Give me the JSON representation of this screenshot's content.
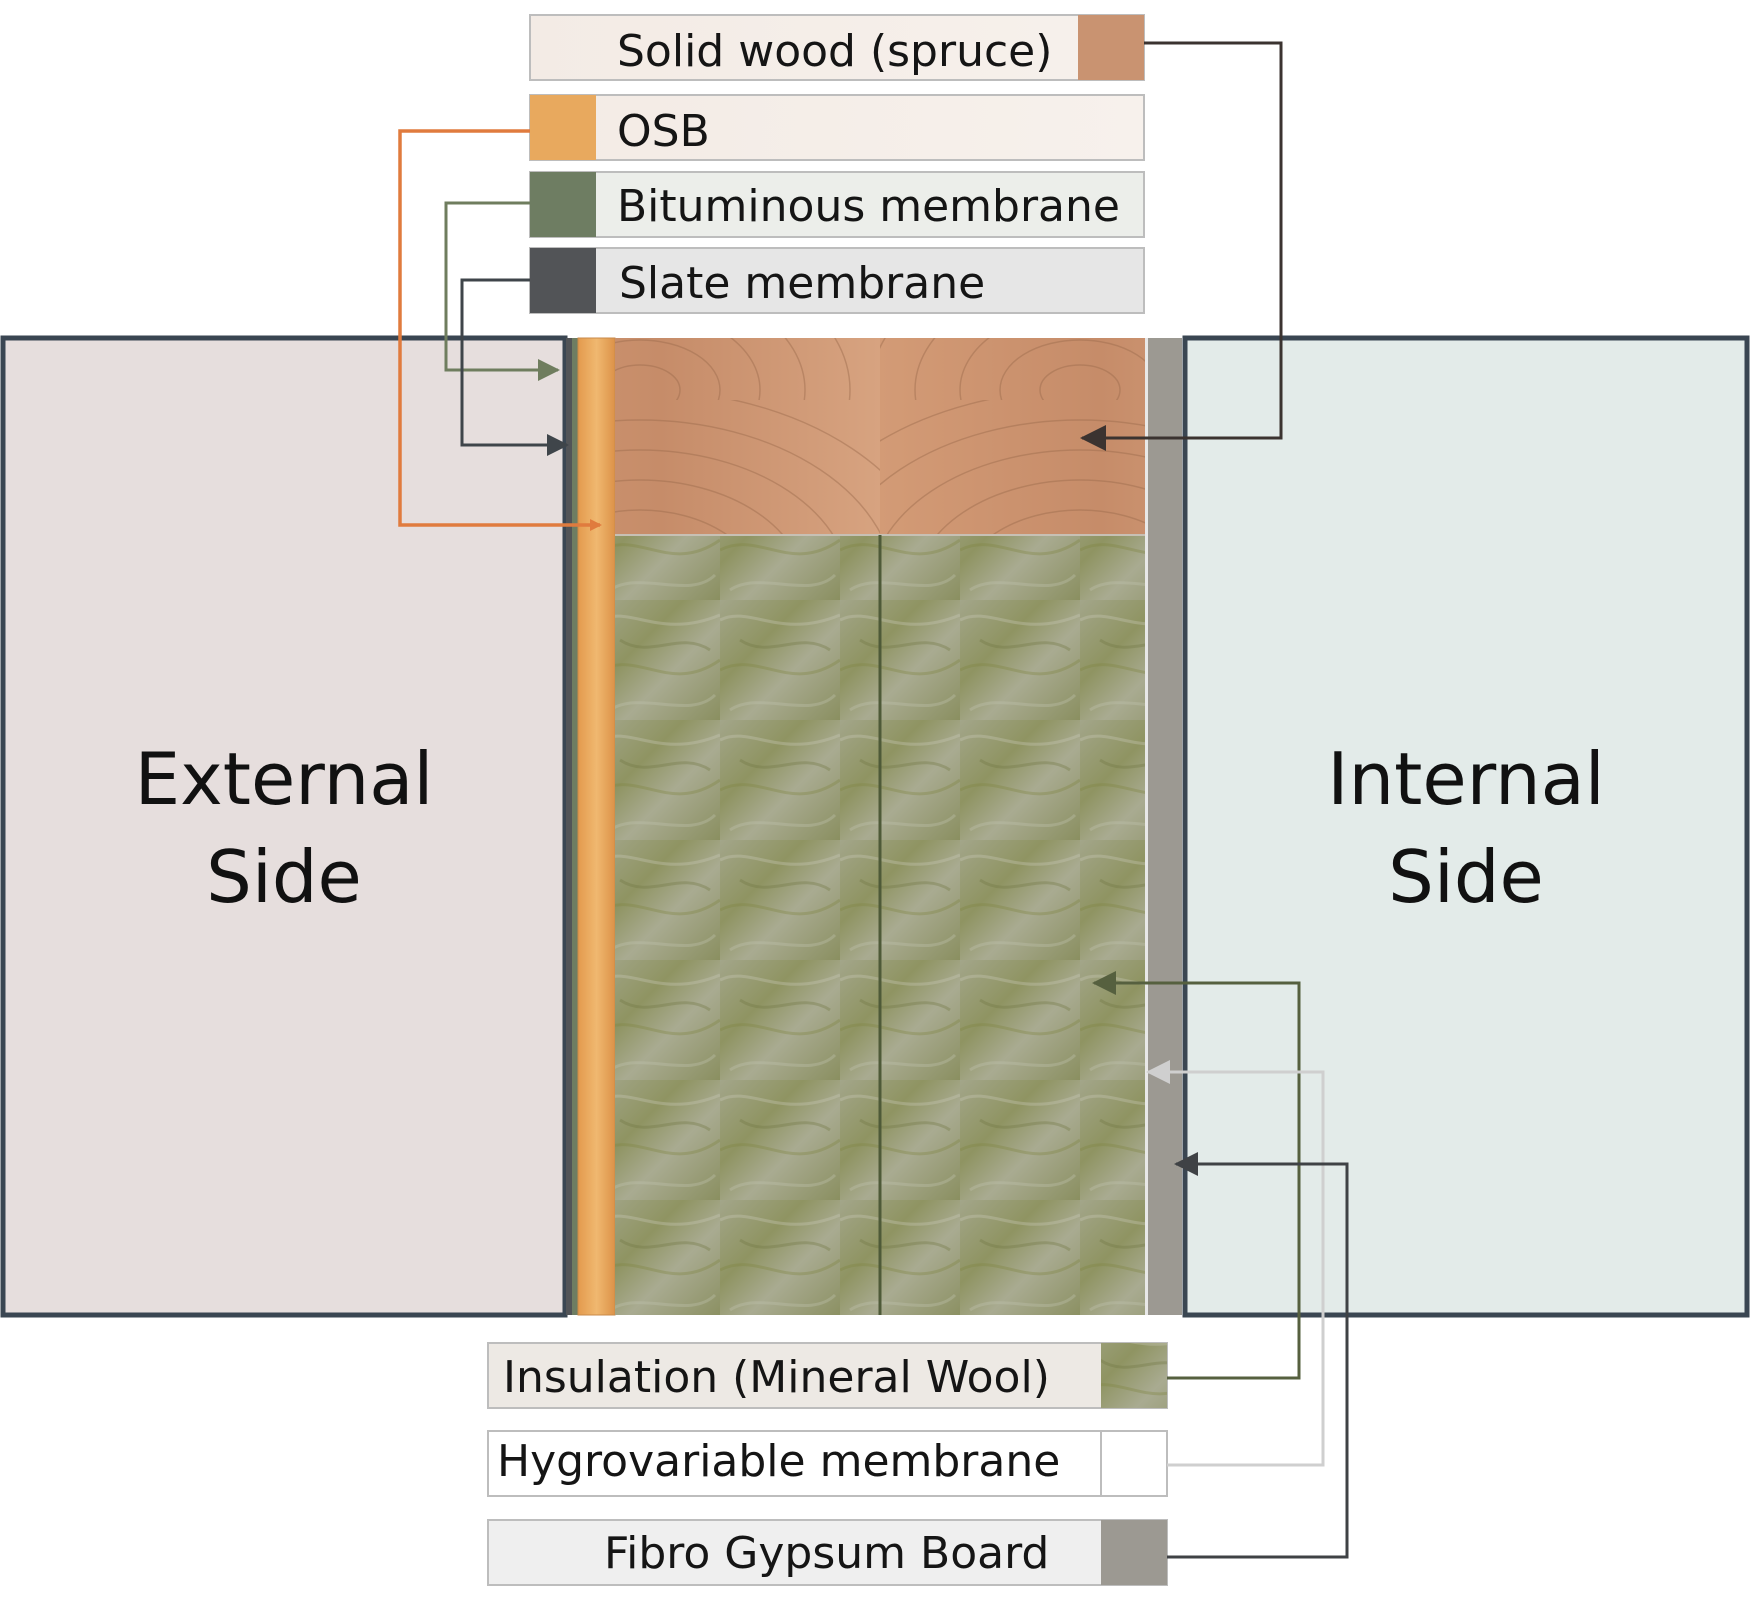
{
  "diagram": {
    "external_side": {
      "line1": "External",
      "line2": "Side"
    },
    "internal_side": {
      "line1": "Internal",
      "line2": "Side"
    },
    "legend": {
      "solid_wood": "Solid wood (spruce)",
      "osb": "OSB",
      "bituminous": "Bituminous membrane",
      "slate": "Slate membrane",
      "insulation": "Insulation (Mineral Wool)",
      "hygrovariable": "Hygrovariable membrane",
      "fibro_gypsum": "Fibro Gypsum Board"
    },
    "colors": {
      "external_panel": "#e6dedd",
      "internal_panel": "#e3ebe9",
      "panel_border": "#3a4652",
      "solid_wood": "#c99371",
      "osb": "#e8a95e",
      "bituminous": "#6e7d62",
      "slate": "#525457",
      "insulation": "#959a72",
      "hygrovariable": "#ffffff",
      "fibro_gypsum": "#9c9992",
      "arrow_osb": "#e07b3e",
      "arrow_bituminous": "#6f7d5e",
      "arrow_slate": "#3f454a",
      "arrow_wood": "#3b3330",
      "arrow_insulation": "#56603f",
      "arrow_hygro": "#cfcfcf",
      "arrow_gypsum": "#3f4245"
    }
  }
}
